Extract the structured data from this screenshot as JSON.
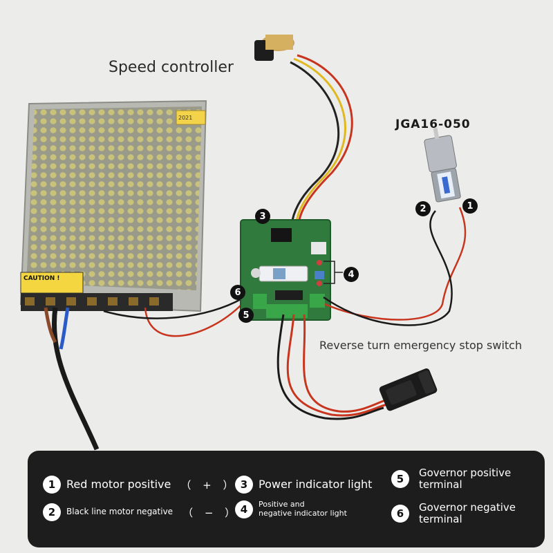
{
  "labels": {
    "speed_controller": "Speed controller",
    "motor_model": "JGA16-050",
    "reverse_switch": "Reverse turn emergency stop switch"
  },
  "power_supply": {
    "caution": "CAUTION !",
    "sticker_year": "2021"
  },
  "callouts": [
    "1",
    "2",
    "3",
    "4",
    "5",
    "6"
  ],
  "legend": [
    {
      "num": "1",
      "text": "Red motor positive",
      "symbol": "（ + ）"
    },
    {
      "num": "2",
      "text": "Black line motor negative",
      "symbol": "（ − ）"
    },
    {
      "num": "3",
      "text": "Power indicator light"
    },
    {
      "num": "4",
      "line1": "Positive and",
      "line2": "negative indicator light"
    },
    {
      "num": "5",
      "line1": "Governor positive",
      "line2": "terminal"
    },
    {
      "num": "6",
      "line1": "Governor negative",
      "line2": "terminal"
    }
  ],
  "colors": {
    "background": "#ececea",
    "pcb_green": "#2f7a3c",
    "wire_red": "#c8351e",
    "wire_black": "#1a1a1a",
    "wire_yellow": "#e0b820",
    "legend_bg": "#1d1d1d"
  }
}
